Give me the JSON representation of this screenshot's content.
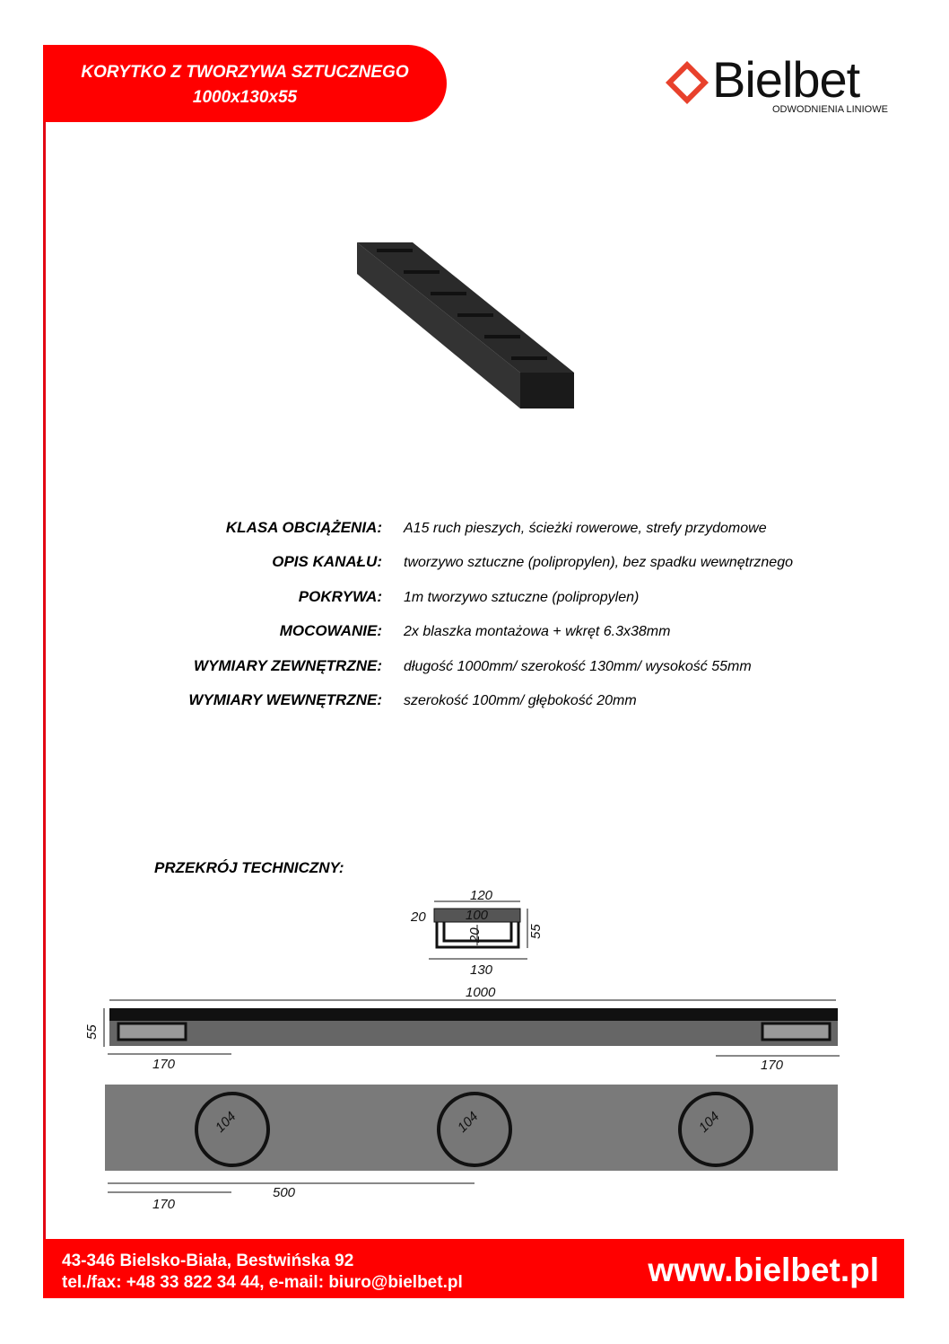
{
  "header": {
    "title": "KORYTKO Z TWORZYWA SZTUCZNEGO",
    "size": "1000x130x55"
  },
  "logo": {
    "name": "Bielbet",
    "tagline": "ODWODNIENIA LINIOWE",
    "color": "#e8412c"
  },
  "specs": [
    {
      "label": "KLASA OBCIĄŻENIA:",
      "value": "A15 ruch pieszych, ścieżki rowerowe, strefy przydomowe"
    },
    {
      "label": "OPIS KANAŁU:",
      "value": "tworzywo sztuczne (polipropylen), bez spadku wewnętrznego"
    },
    {
      "label": "POKRYWA:",
      "value": "1m tworzywo sztuczne (polipropylen)"
    },
    {
      "label": "MOCOWANIE:",
      "value": "2x blaszka montażowa + wkręt 6.3x38mm"
    },
    {
      "label": "WYMIARY ZEWNĘTRZNE:",
      "value": "długość 1000mm/ szerokość 130mm/ wysokość 55mm"
    },
    {
      "label": "WYMIARY WEWNĘTRZNE:",
      "value": "szerokość 100mm/ głębokość 20mm"
    }
  ],
  "section": {
    "title": "PRZEKRÓJ TECHNICZNY:"
  },
  "drawing": {
    "cross": {
      "top": "120",
      "lid": "20",
      "inner": "100",
      "depth": "20",
      "height": "55",
      "bottom": "130"
    },
    "side": {
      "length": "1000",
      "height": "55",
      "left": "170",
      "right": "170"
    },
    "plan": {
      "d1": "104",
      "d2": "104",
      "d3": "104",
      "spacing": "500",
      "left": "170"
    }
  },
  "footer": {
    "address": "43-346 Bielsko-Biała, Bestwińska 92",
    "contact": "tel./fax: +48 33 822 34 44, e-mail: biuro@bielbet.pl",
    "website": "www.bielbet.pl"
  },
  "colors": {
    "red": "#ff0000"
  }
}
